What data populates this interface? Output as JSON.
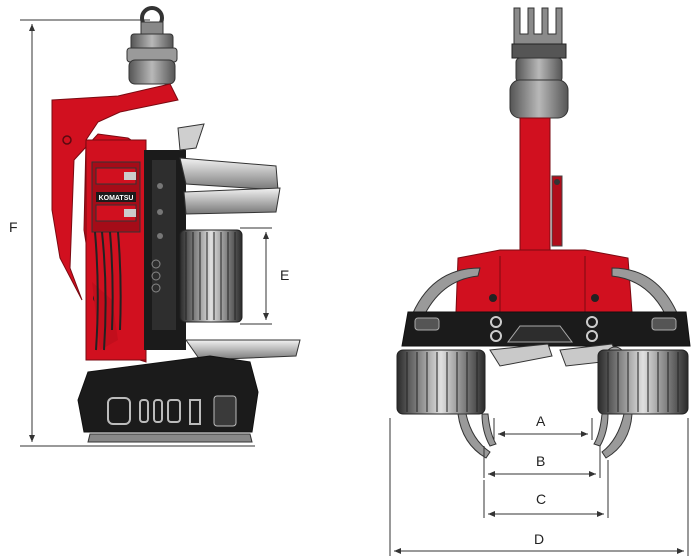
{
  "dimensions": {
    "f": "F",
    "e": "E",
    "a": "A",
    "b": "B",
    "c": "C",
    "d": "D"
  },
  "brand": {
    "logo": "KOMATSU"
  },
  "colors": {
    "red": "#d1101f",
    "dark_red": "#8e0a15",
    "black": "#1b1b1b",
    "gray": "#8f8f8f",
    "light_gray": "#c9c9c9",
    "line": "#333333"
  }
}
